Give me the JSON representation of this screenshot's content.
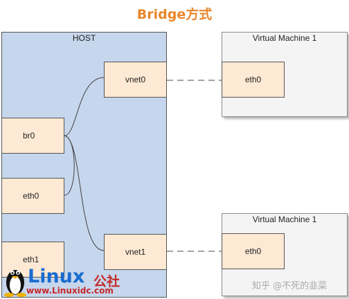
{
  "title": "Bridge方式",
  "host": {
    "label": "HOST"
  },
  "host_nodes": {
    "vnet0": "vnet0",
    "br0": "br0",
    "eth0": "eth0",
    "eth1": "eth1",
    "vnet1": "vnet1"
  },
  "vm1": {
    "label": "Virtual Machine 1",
    "nic": "eth0"
  },
  "vm2": {
    "label": "Virtual Machine 1",
    "nic": "eth0"
  },
  "logo": {
    "word": "Linux",
    "cn": "公社",
    "url": "www.Linuxidc.com"
  },
  "watermark": "知乎 @不死的韭菜",
  "colors": {
    "title": "#e8862a",
    "host_bg": "#c6d6ec",
    "box_bg": "#fde9d4",
    "vm_bg": "#f4f4f4"
  }
}
